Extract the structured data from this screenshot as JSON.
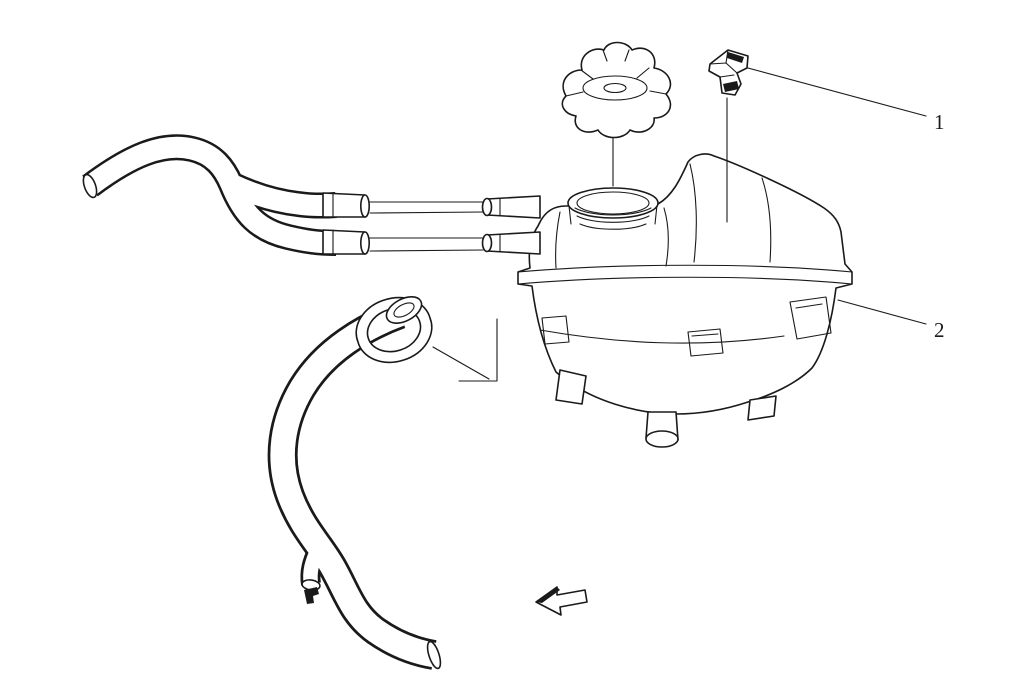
{
  "diagram": {
    "background_color": "#ffffff",
    "line_color": "#1a1a1a",
    "callouts": [
      {
        "label": "1"
      },
      {
        "label": "2"
      }
    ],
    "icons": {
      "direction_arrow": "arrow-left"
    }
  }
}
